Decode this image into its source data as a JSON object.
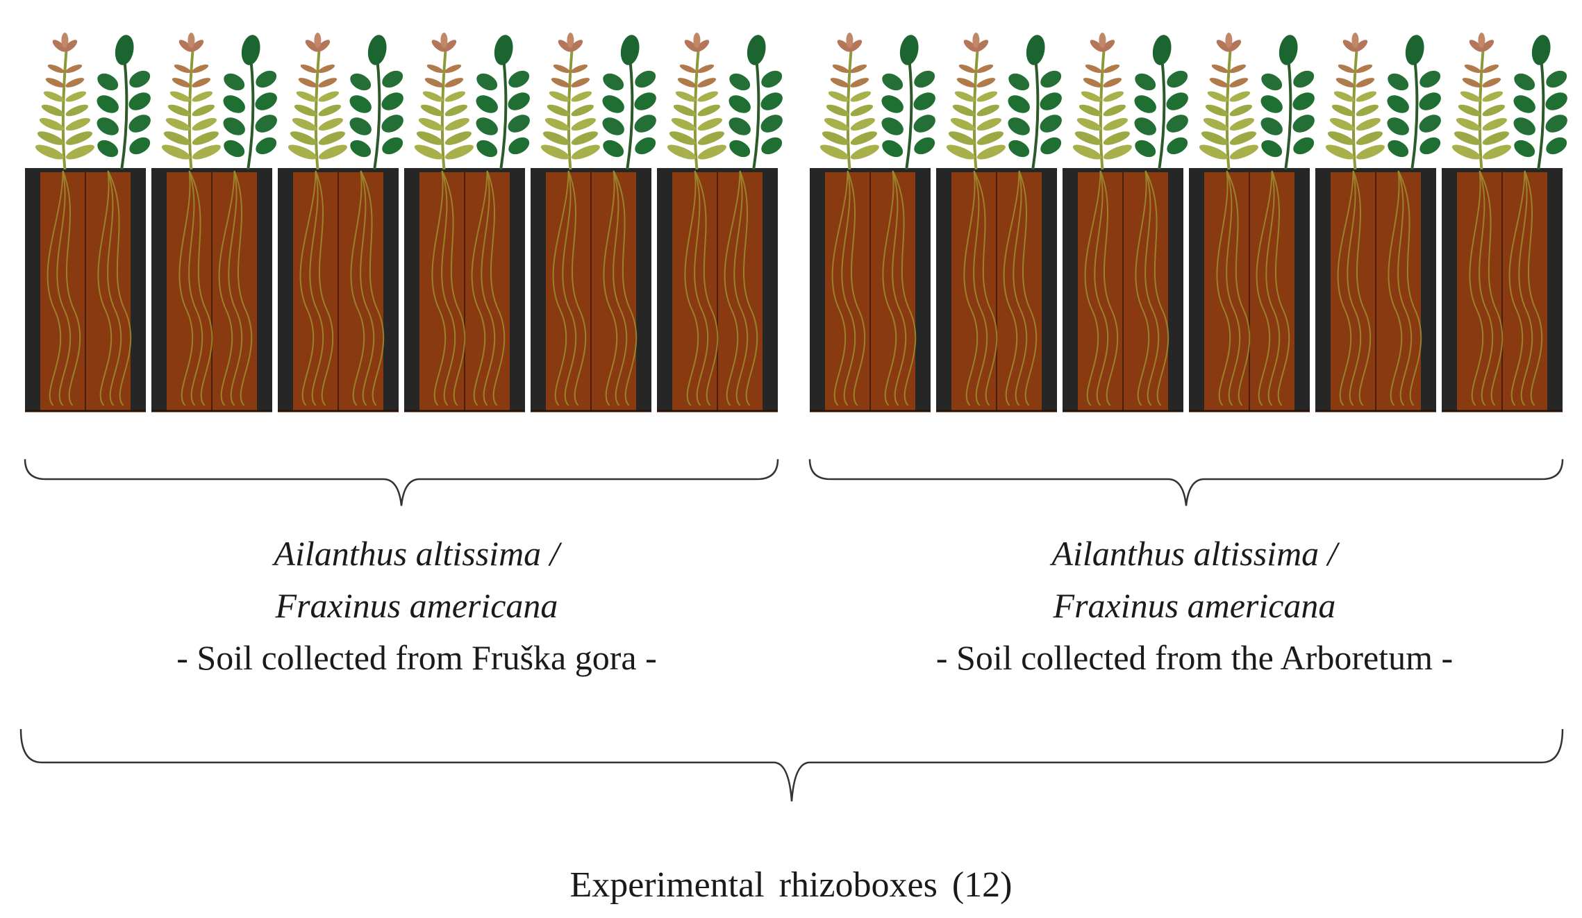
{
  "groups": [
    {
      "species_line_1": "Ailanthus  altissima /",
      "species_line_2": "Fraxinus  americana",
      "soil_text": "- Soil collected from Fruška gora -",
      "rhizobox_count": 6
    },
    {
      "species_line_1": "Ailanthus  altissima /",
      "species_line_2": "Fraxinus  americana",
      "soil_text": "- Soil collected from the Arboretum -",
      "rhizobox_count": 6
    }
  ],
  "caption": "Experimental  rhizoboxes  (12)",
  "colors": {
    "frame": "#262626",
    "soil": "#8a3a10",
    "root": "#9b8a2e",
    "ailanthus_leaf": "#a7b04a",
    "fraxinus_leaf": "#1f6e32",
    "brace": "#333333"
  }
}
